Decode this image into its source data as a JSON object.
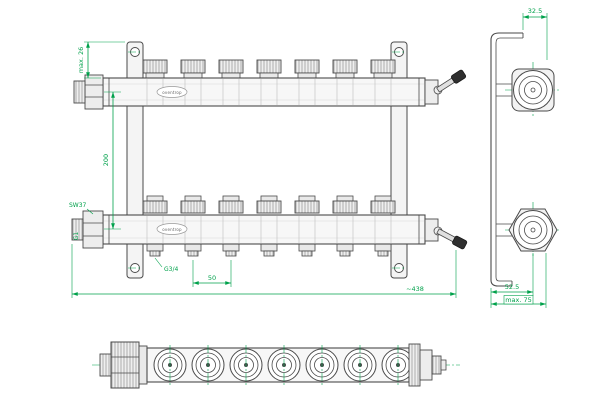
{
  "drawing": {
    "brand": "oventrop",
    "front_view": {
      "dim_height_offset": "max. 26",
      "dim_center_distance": "200",
      "wrench_size": "SW37",
      "thread_main": "G1",
      "thread_outlet": "G3/4",
      "dim_outlet_spacing": "50",
      "dim_overall_width": "~438"
    },
    "side_view": {
      "dim_depth_offset": "32.5",
      "dim_depth_center": "52.5",
      "dim_depth_max": "max. 75"
    },
    "colors": {
      "dimension_green": "#00A14B",
      "line_gray": "#4a4a4a",
      "background": "#ffffff"
    }
  }
}
